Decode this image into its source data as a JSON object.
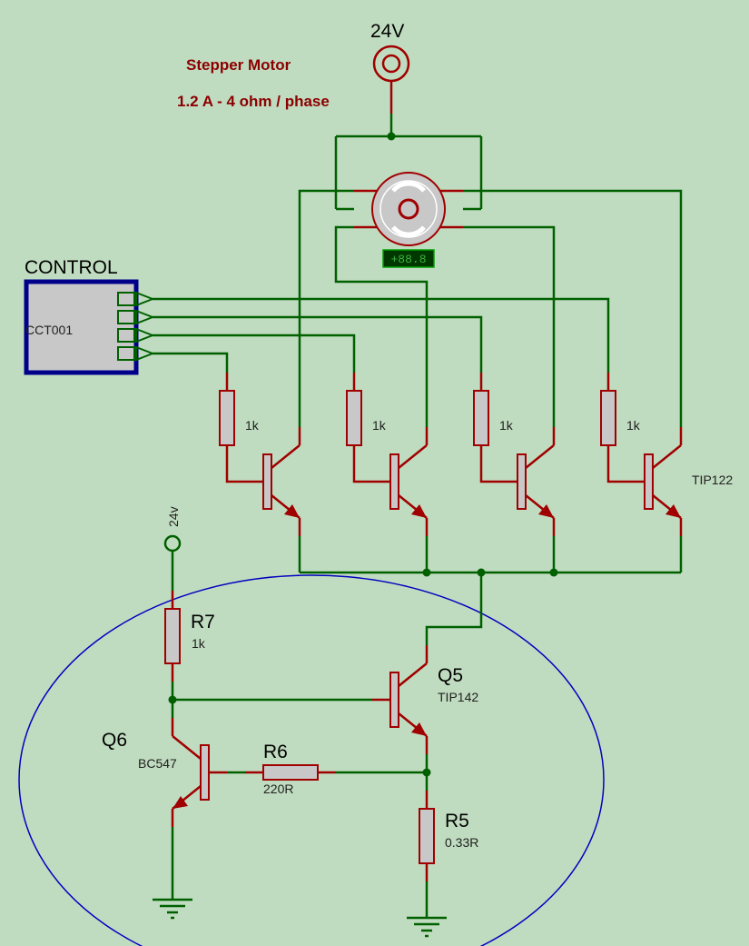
{
  "title_line1": "Stepper Motor",
  "title_line2": "1.2 A - 4 ohm / phase",
  "supply_main": "24V",
  "supply_small": "24v",
  "control": {
    "label": "CONTROL",
    "id": "CCT001"
  },
  "motor_readout": "+88.8",
  "phase_resistors": [
    "1k",
    "1k",
    "1k",
    "1k"
  ],
  "driver_part": "TIP122",
  "r7": {
    "name": "R7",
    "value": "1k"
  },
  "r6": {
    "name": "R6",
    "value": "220R"
  },
  "r5": {
    "name": "R5",
    "value": "0.33R"
  },
  "q5": {
    "name": "Q5",
    "part": "TIP142"
  },
  "q6": {
    "name": "Q6",
    "part": "BC547"
  },
  "colors": {
    "background": "#c0dcc0",
    "wire": "#006000",
    "component": "#a00000",
    "title": "#8b0000",
    "boundary": "#0000c0"
  }
}
